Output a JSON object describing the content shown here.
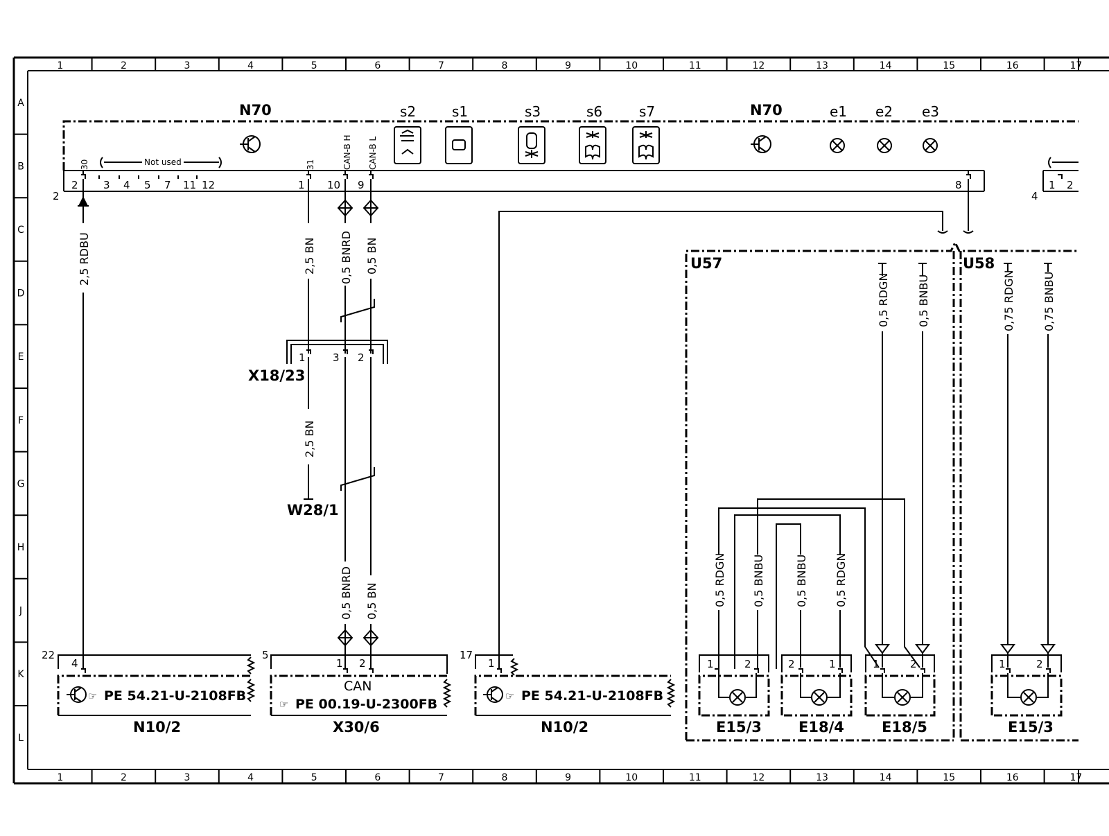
{
  "grid": {
    "columns": [
      "1",
      "2",
      "3",
      "4",
      "5",
      "6",
      "7",
      "8",
      "9",
      "10",
      "11",
      "12",
      "13",
      "14",
      "15",
      "16",
      "17"
    ],
    "rows": [
      "A",
      "B",
      "C",
      "D",
      "E",
      "F",
      "G",
      "H",
      "J",
      "K",
      "L"
    ]
  },
  "n70": {
    "label_left": "N70",
    "label_right": "N70",
    "not_used_left": "Not used",
    "pins_top": [
      "2",
      "3",
      "4",
      "5",
      "7",
      "11",
      "12"
    ],
    "pin_31": "31",
    "pin_30": "30",
    "pin_1": "1",
    "pin_10": "10",
    "pin_9": "9",
    "pin_8": "8",
    "can_h": "CAN-B H",
    "can_l": "CAN-B L",
    "conn_2": "2",
    "conn_4": "4",
    "pins_right": [
      "1",
      "2"
    ],
    "switches": [
      "s2",
      "s1",
      "s3",
      "s6",
      "s7"
    ],
    "lamps": [
      "e1",
      "e2",
      "e3"
    ]
  },
  "x18_23": {
    "label": "X18/23",
    "pins": [
      "1",
      "3",
      "2"
    ]
  },
  "w28_1": {
    "label": "W28/1"
  },
  "wires": {
    "w1": "2,5  RDBU",
    "w2": "2,5  BN",
    "w3": "0,5  BNRD",
    "w4": "0,5  BN",
    "w5": "2,5  BN",
    "w6": "0,5  BNRD",
    "w7": "0,5  BN",
    "u57a": "0,5  RDGN",
    "u57b": "0,5  BNBU",
    "e15a": "0,5  RDGN",
    "e15b": "0,5  BNBU",
    "e18a": "0,5  BNBU",
    "e18b": "0,5  RDGN",
    "u58a": "0,75  RDGN",
    "u58b": "0,75  BNBU"
  },
  "bottom": {
    "n10_left": {
      "conn": "22",
      "pin": "4",
      "ref": "PE  54.21-U-2108FB",
      "label": "N10/2"
    },
    "x30_6": {
      "conn": "5",
      "pins": [
        "1",
        "2"
      ],
      "can": "CAN",
      "ref": "PE  00.19-U-2300FB",
      "label": "X30/6"
    },
    "n10_right": {
      "conn": "17",
      "pin": "1",
      "ref": "PE  54.21-U-2108FB",
      "label": "N10/2"
    }
  },
  "u57": {
    "label": "U57",
    "e15_3": {
      "label": "E15/3",
      "pins": [
        "1",
        "2"
      ]
    },
    "e18_4": {
      "label": "E18/4",
      "pins": [
        "2",
        "1"
      ]
    },
    "e18_5": {
      "label": "E18/5",
      "pins": [
        "1",
        "2"
      ]
    }
  },
  "u58": {
    "label": "U58",
    "e15_3": {
      "label": "E15/3",
      "pins": [
        "1",
        "2"
      ]
    }
  }
}
